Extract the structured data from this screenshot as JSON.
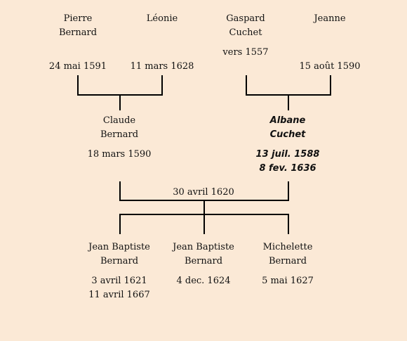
{
  "gen1": [
    {
      "first": "Pierre",
      "last": "Bernard",
      "date": "24 mai 1591"
    },
    {
      "first": "Léonie",
      "last": "",
      "date": "11 mars 1628"
    },
    {
      "first": "Gaspard",
      "last": "Cuchet",
      "date": "vers 1557"
    },
    {
      "first": "Jeanne",
      "last": "",
      "date": "15 août 1590"
    }
  ],
  "gen2": [
    {
      "first": "Claude",
      "last": "Bernard",
      "date1": "18 mars 1590",
      "date2": ""
    },
    {
      "first": "Albane",
      "last": "Cuchet",
      "date1": "13 juil. 1588",
      "date2": "8 fev. 1636"
    }
  ],
  "marriage": "30 avril 1620",
  "children": [
    {
      "first": "Jean Baptiste",
      "last": "Bernard",
      "date1": "3 avril 1621",
      "date2": "11 avril 1667"
    },
    {
      "first": "Jean Baptiste",
      "last": "Bernard",
      "date1": "4 dec. 1624",
      "date2": ""
    },
    {
      "first": "Michelette",
      "last": "Bernard",
      "date1": "5 mai 1627",
      "date2": ""
    }
  ]
}
